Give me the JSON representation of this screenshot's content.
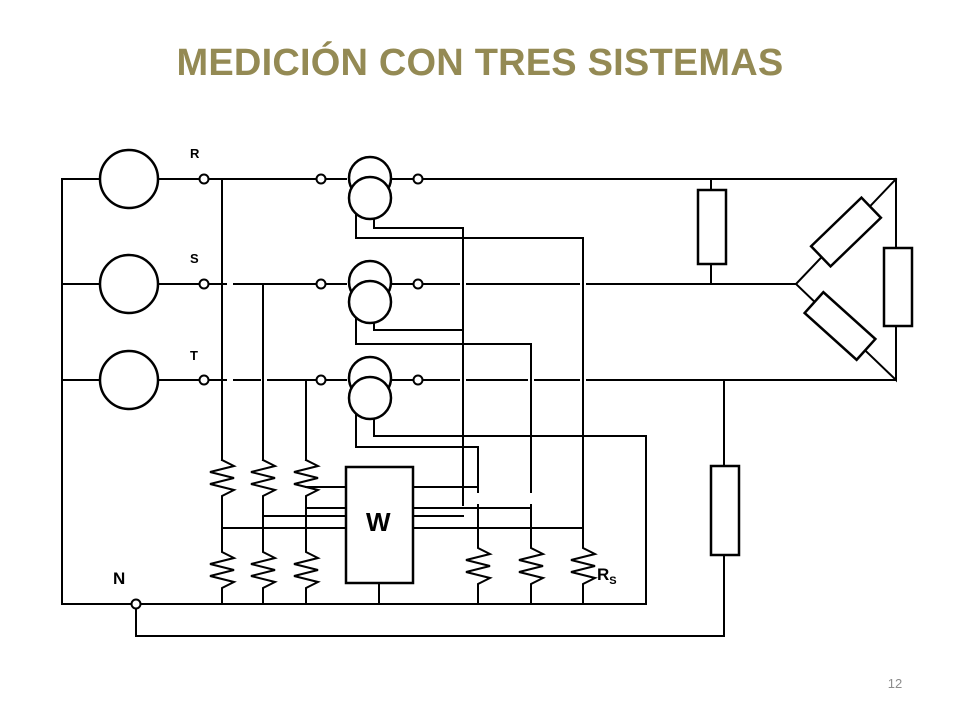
{
  "slide": {
    "title": "MEDICIÓN CON TRES SISTEMAS",
    "page_number": "12"
  },
  "colors": {
    "title": "#948A54",
    "page_number": "#8C8C8C",
    "wire": "#000000"
  },
  "diagram": {
    "phase_labels": [
      "R",
      "S",
      "T"
    ],
    "neutral_label": "N",
    "wattmeter_label": "W",
    "series_resistor_label": "R",
    "series_resistor_subscript": "S"
  }
}
